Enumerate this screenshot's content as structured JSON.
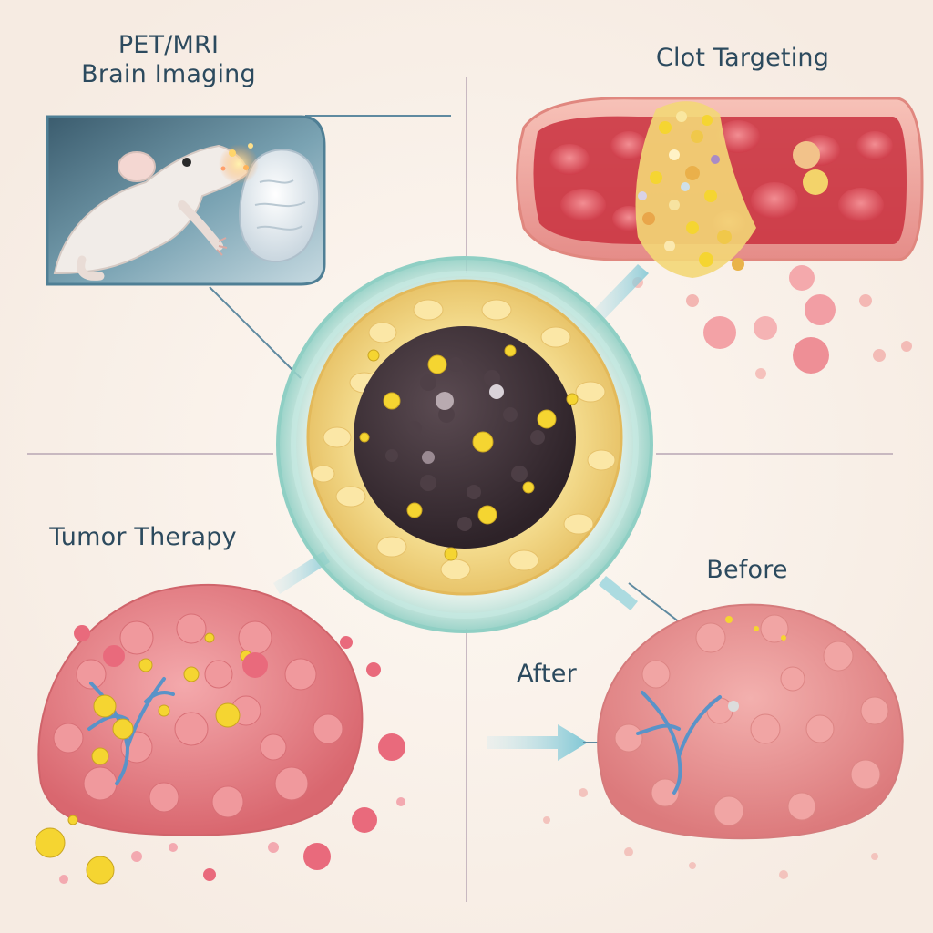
{
  "labels": {
    "pet_line1": "PET/MRI",
    "pet_line2": "Brain Imaging",
    "clot": "Clot Targeting",
    "tumor": "Tumor Therapy",
    "before": "Before",
    "after": "After"
  },
  "colors": {
    "background": "#fbf3ec",
    "label_text": "#2c4a5e",
    "core": "#3f3239",
    "shell": "#f1d98a",
    "glass": "#bfe3dc",
    "tumor": "#e9838a",
    "blood": "#d8424d",
    "nanoparticle": "#f5d531",
    "vessel": "#5a93c8",
    "arrow": "#8fd0d8"
  },
  "icons": {
    "rodent": "mouse-icon",
    "brain": "brain-icon"
  }
}
